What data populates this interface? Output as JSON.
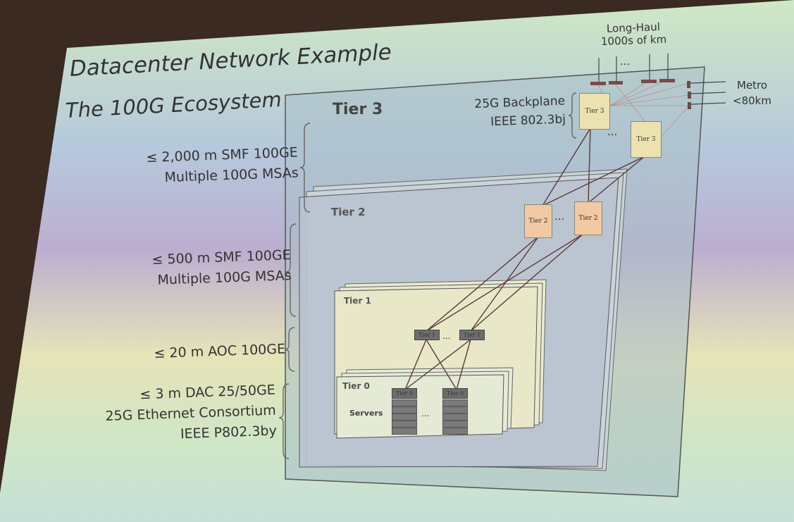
{
  "slide": {
    "title": "Datacenter Network Example",
    "subtitle": "The 100G Ecosystem",
    "colors": {
      "frame": "#3a2a22",
      "tier3_node": "#ece2b0",
      "tier2_node": "#f1c9a2",
      "tier1_node": "#6d6d6d",
      "link": "#5a3a3a"
    }
  },
  "reach_labels": [
    {
      "line1": "≤ 2,000 m SMF 100GE",
      "line2": "Multiple 100G MSAs"
    },
    {
      "line1": "≤ 500 m SMF 100GE",
      "line2": "Multiple 100G MSAs"
    },
    {
      "line1": "≤ 20 m AOC 100GE"
    },
    {
      "line1": "≤ 3 m DAC 25/50GE",
      "line2": "25G Ethernet Consortium",
      "line3": "IEEE P802.3by"
    }
  ],
  "backplane": {
    "line1": "25G Backplane",
    "line2": "IEEE 802.3bj"
  },
  "long_haul": {
    "line1": "Long-Haul",
    "line2": "1000s of km"
  },
  "metro": {
    "line1": "Metro",
    "line2": "<80km"
  },
  "tiers": {
    "tier3": "Tier 3",
    "tier2": "Tier 2",
    "tier1": "Tier 1",
    "tier0": "Tier 0",
    "servers": "Servers",
    "ellipsis": "..."
  }
}
